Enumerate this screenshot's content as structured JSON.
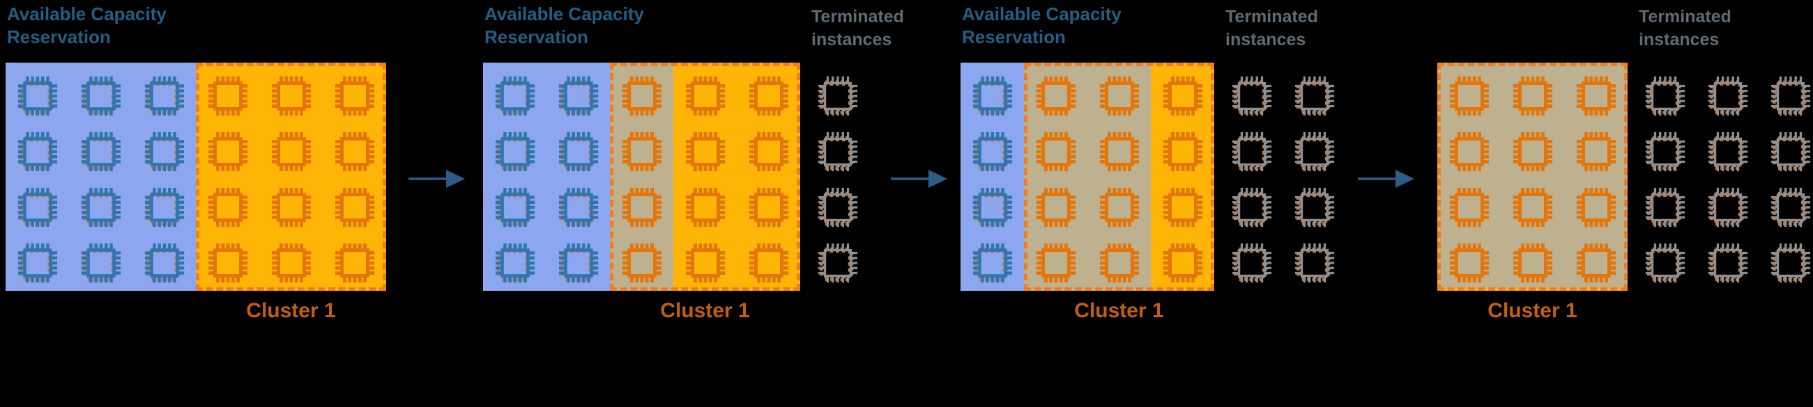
{
  "diagram": {
    "reservation_title": "Available Capacity Reservation",
    "terminated_title": "Terminated instances",
    "cluster_label": "Cluster 1",
    "rows": 4,
    "steps": [
      {
        "name": "step-1",
        "show_reservation_title": true,
        "show_terminated_title": false,
        "reserved_running_cols": 3,
        "overlap_cols": 0,
        "cluster_only_cols": 3,
        "terminated_cols": 0,
        "show_cluster_label": true,
        "underlay_slivers": false
      },
      {
        "name": "step-2",
        "show_reservation_title": true,
        "show_terminated_title": true,
        "reserved_running_cols": 2,
        "overlap_cols": 1,
        "cluster_only_cols": 2,
        "terminated_cols": 1,
        "show_cluster_label": true,
        "underlay_slivers": false
      },
      {
        "name": "step-3",
        "show_reservation_title": true,
        "show_terminated_title": true,
        "reserved_running_cols": 1,
        "overlap_cols": 2,
        "cluster_only_cols": 1,
        "terminated_cols": 2,
        "show_cluster_label": true,
        "underlay_slivers": false
      },
      {
        "name": "step-4",
        "show_reservation_title": false,
        "show_terminated_title": true,
        "reserved_running_cols": 0,
        "overlap_cols": 3,
        "cluster_only_cols": 0,
        "terminated_cols": 3,
        "show_cluster_label": true,
        "underlay_slivers": true
      }
    ],
    "arrow_count": 3,
    "colors": {
      "background": "#000000",
      "reservation_fill": "#8CA7EF",
      "reservation_chip_stroke": "#2E76B2",
      "reservation_chip_underlay": "#C0763B",
      "cluster_fill": "#FFB506",
      "cluster_chip_stroke": "#E3760B",
      "cluster_border": "#EF7D22",
      "overlap_fill": "#BDB190",
      "terminated_chip_gray": "#8F8F8F",
      "terminated_chip_brown": "#C07B45",
      "reservation_title_color": "#235E85",
      "terminated_title_color": "#606B74",
      "cluster_label_color": "#C35F13",
      "arrow_color": "#2C5C88"
    }
  }
}
